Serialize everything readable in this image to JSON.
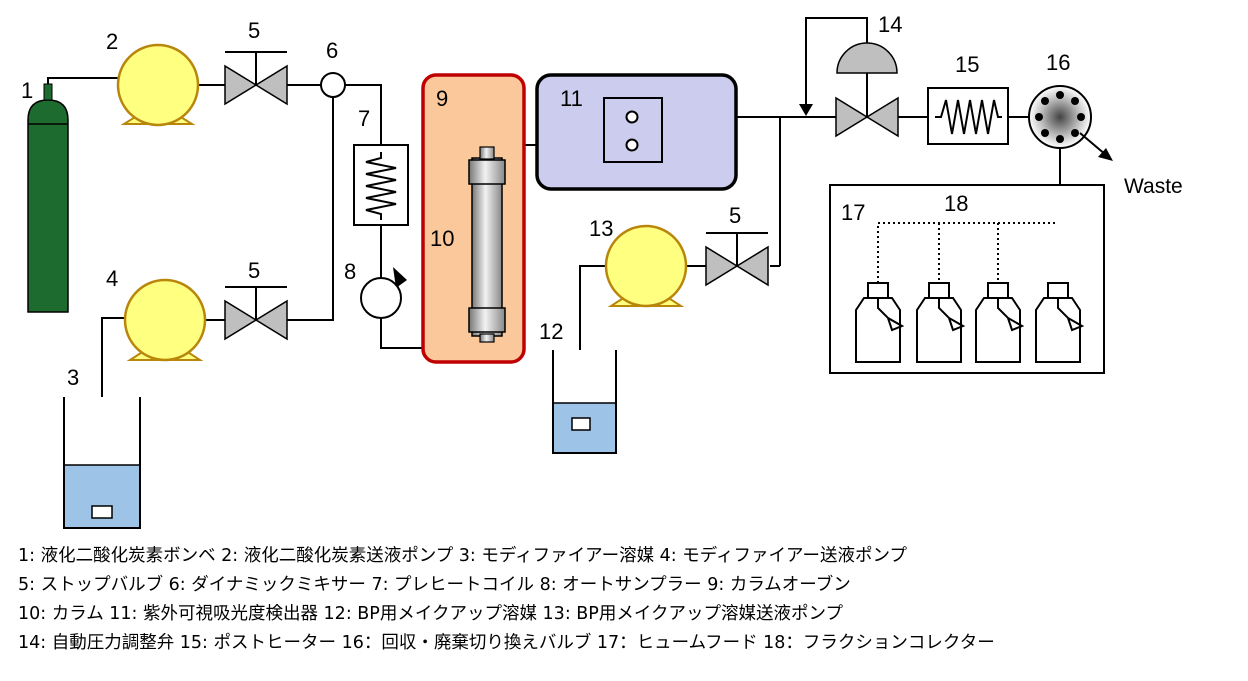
{
  "labels": {
    "n1": "1",
    "n2": "2",
    "n3": "3",
    "n4": "4",
    "n5a": "5",
    "n5b": "5",
    "n5c": "5",
    "n6": "6",
    "n7": "7",
    "n8": "8",
    "n9": "9",
    "n10": "10",
    "n11": "11",
    "n12": "12",
    "n13": "13",
    "n14": "14",
    "n15": "15",
    "n16": "16",
    "n17": "17",
    "n18": "18",
    "waste": "Waste"
  },
  "colors": {
    "cylinder": "#1e6b30",
    "pump": "#ffff80",
    "pump_stroke": "#b8860b",
    "valve": "#bfbfbf",
    "oven_fill": "#fac89a",
    "oven_stroke": "#c00000",
    "detector_fill": "#ccccee",
    "detector_stroke": "#000000",
    "liquid": "#9dc3e6"
  },
  "legend": [
    "1: 液化二酸化炭素ボンベ 2: 液化二酸化炭素送液ポンプ 3: モディファイアー溶媒 4: モディファイアー送液ポンプ",
    "5: ストップバルブ 6: ダイナミックミキサー 7: プレヒートコイル  8: オートサンプラー 9: カラムオーブン",
    "10: カラム 11: 紫外可視吸光度検出器 12: BP用メイクアップ溶媒 13: BP用メイクアップ溶媒送液ポンプ",
    "14: 自動圧力調整弁 15: ポストヒーター 16：回収・廃棄切り換えバルブ 17：ヒュームフード 18：フラクションコレクター"
  ]
}
